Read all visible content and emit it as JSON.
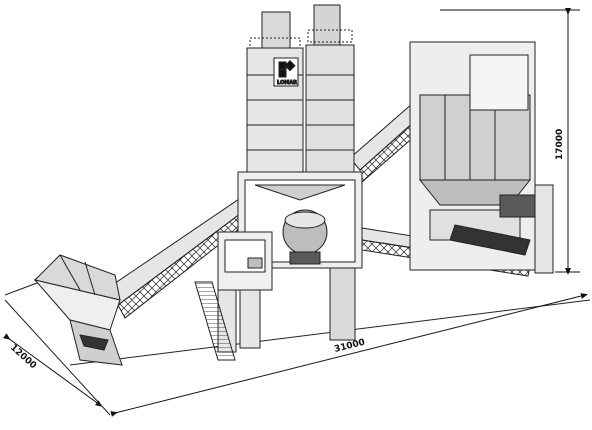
{
  "diagram": {
    "dimensions": {
      "length": "31000",
      "width": "12000",
      "height": "17000"
    },
    "silo_logo_text": "LOMAR"
  },
  "colors": {
    "ink": "#1a1a1a",
    "light_fill": "#e6e6e6",
    "mid_fill": "#bdbdbd",
    "dark_fill": "#5a5a5a"
  }
}
